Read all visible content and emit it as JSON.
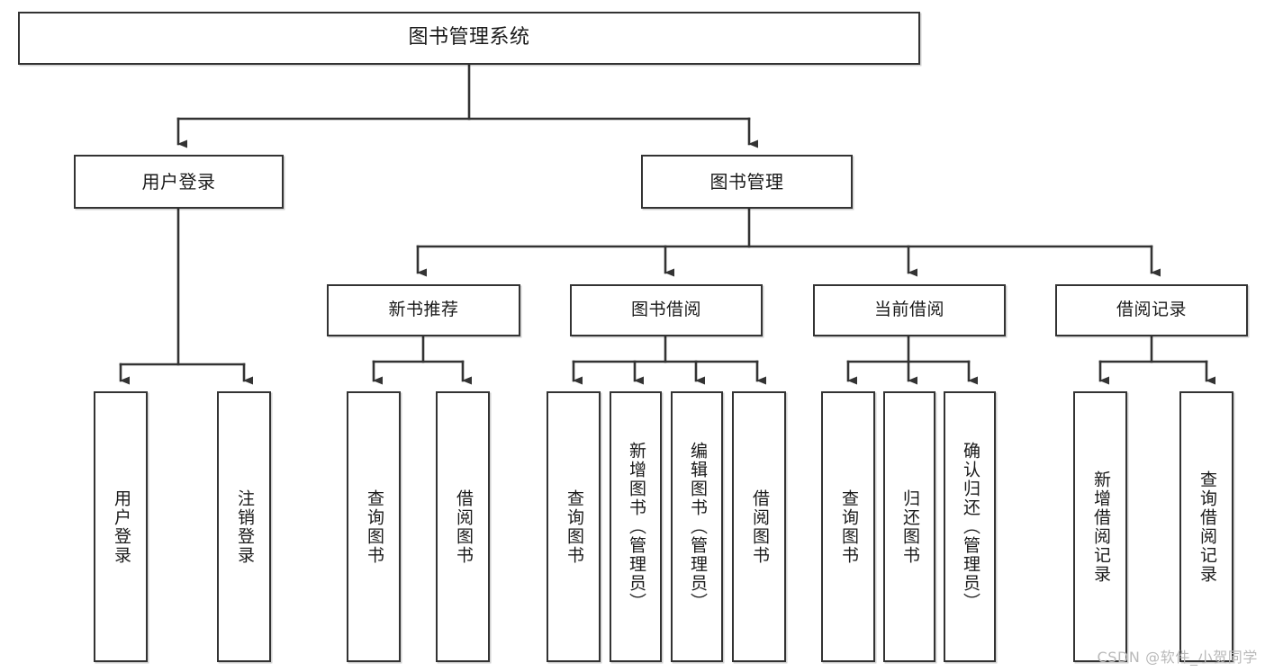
{
  "diagram": {
    "type": "tree-hierarchy-chart",
    "title": "图书管理系统",
    "watermark": "CSDN @软件_小贺同学",
    "colors": {
      "box_border": "#333333",
      "box_fill": "#ffffff",
      "connector": "#333333",
      "text": "#1a1a1a",
      "watermark": "#b9b9b9"
    },
    "root": {
      "label": "图书管理系统"
    },
    "level2": [
      {
        "id": "user-login",
        "label": "用户登录"
      },
      {
        "id": "book-management",
        "label": "图书管理"
      }
    ],
    "level3": [
      {
        "id": "new-book-recommend",
        "label": "新书推荐",
        "parent": "book-management"
      },
      {
        "id": "book-borrow",
        "label": "图书借阅",
        "parent": "book-management"
      },
      {
        "id": "current-borrow",
        "label": "当前借阅",
        "parent": "book-management"
      },
      {
        "id": "borrow-record",
        "label": "借阅记录",
        "parent": "book-management"
      }
    ],
    "leaves": [
      {
        "id": "leaf-user-login",
        "label": "用户登录",
        "parent": "user-login"
      },
      {
        "id": "leaf-logout-login",
        "label": "注销登录",
        "parent": "user-login"
      },
      {
        "id": "leaf-query-book-1",
        "label": "查询图书",
        "parent": "new-book-recommend"
      },
      {
        "id": "leaf-borrow-book-1",
        "label": "借阅图书",
        "parent": "new-book-recommend"
      },
      {
        "id": "leaf-query-book-2",
        "label": "查询图书",
        "parent": "book-borrow"
      },
      {
        "id": "leaf-add-book",
        "label": "新增图书（管理员）",
        "parent": "book-borrow"
      },
      {
        "id": "leaf-edit-book",
        "label": "编辑图书（管理员）",
        "parent": "book-borrow"
      },
      {
        "id": "leaf-borrow-book-2",
        "label": "借阅图书",
        "parent": "book-borrow"
      },
      {
        "id": "leaf-query-book-3",
        "label": "查询图书",
        "parent": "current-borrow"
      },
      {
        "id": "leaf-return-book",
        "label": "归还图书",
        "parent": "current-borrow"
      },
      {
        "id": "leaf-confirm-return",
        "label": "确认归还（管理员）",
        "parent": "current-borrow"
      },
      {
        "id": "leaf-add-record",
        "label": "新增借阅记录",
        "parent": "borrow-record"
      },
      {
        "id": "leaf-query-record",
        "label": "查询借阅记录",
        "parent": "borrow-record"
      }
    ]
  }
}
